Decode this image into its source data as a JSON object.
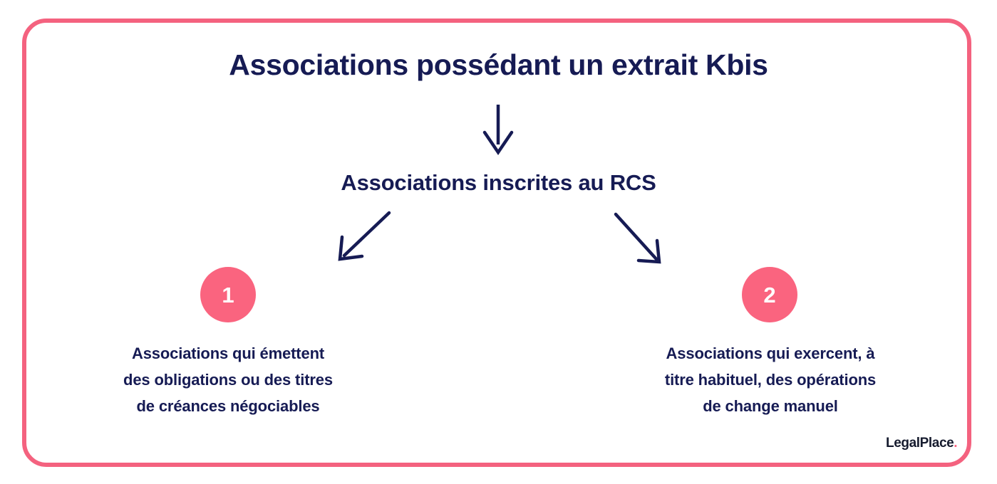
{
  "theme": {
    "navy": "#161B54",
    "pink": "#FA647F",
    "frame_border": "#F4627F",
    "background": "#FFFFFF",
    "badge_text": "#FFFFFF"
  },
  "diagram": {
    "title": "Associations possédant un extrait Kbis",
    "subtitle": "Associations inscrites au RCS",
    "arrows": [
      {
        "name": "arrow-title-to-subtitle",
        "direction": "down"
      },
      {
        "name": "arrow-subtitle-to-item-1",
        "direction": "down-left"
      },
      {
        "name": "arrow-subtitle-to-item-2",
        "direction": "down-right"
      }
    ],
    "items": [
      {
        "badge": "1",
        "lines": [
          "Associations qui émettent",
          "des obligations ou des titres",
          "de créances négociables"
        ]
      },
      {
        "badge": "2",
        "lines": [
          "Associations qui exercent, à",
          "titre habituel, des opérations",
          "de change manuel"
        ]
      }
    ]
  },
  "branding": {
    "logo_text": "LegalPlace",
    "logo_dot": "."
  }
}
